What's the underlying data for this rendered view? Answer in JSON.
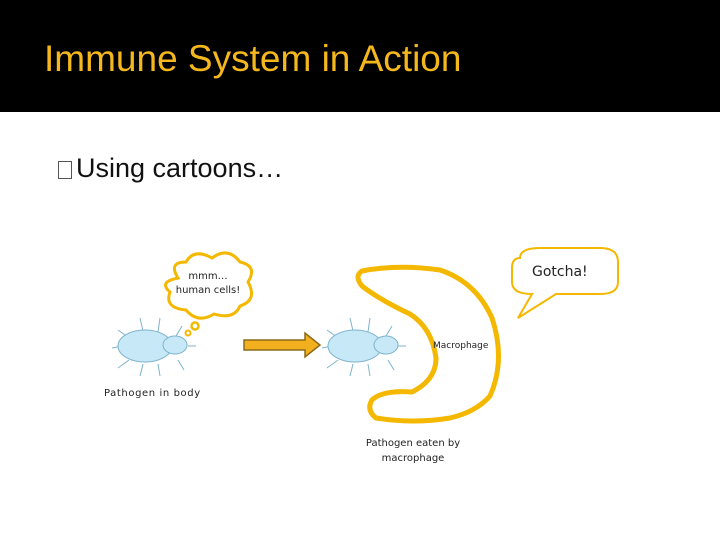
{
  "slide": {
    "title": "Immune System in Action",
    "bullet": {
      "icon": "square-bullet-icon",
      "text": "Using cartoons…"
    }
  },
  "diagram": {
    "thought_bubble_text": "mmm… human cells!",
    "speech_bubble_text": "Gotcha!",
    "pathogen_label": "Pathogen in body",
    "macrophage_label": "Macrophage",
    "result_label": "Pathogen eaten by macrophage",
    "colors": {
      "title": "#f5b81c",
      "macrophage_outline": "#f5b800",
      "arrow_fill": "#f2b01e",
      "arrow_outline": "#8b6a1a",
      "pathogen_body": "#c6e8f7",
      "pathogen_outline": "#7fb4cc",
      "bubble_outline": "#f5b800"
    }
  }
}
